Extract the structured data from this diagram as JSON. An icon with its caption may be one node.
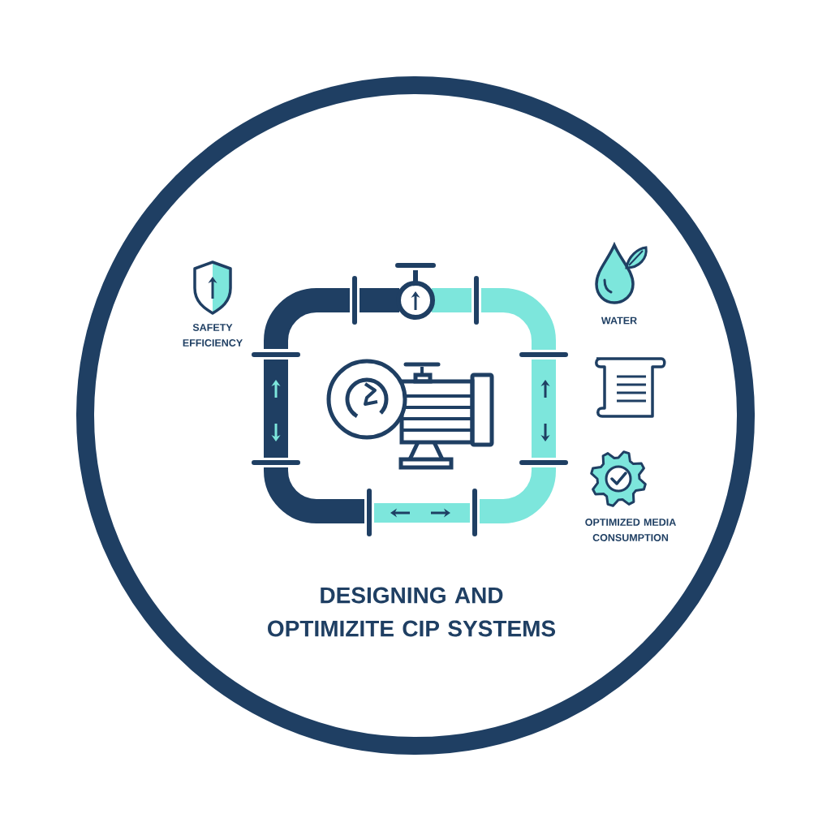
{
  "diagram": {
    "title": "DESIGNING AND OPTIMIZITE CIP SYSTEMS",
    "labels": [
      "SAFETY EFFICIENCY",
      "WATER",
      "OPTIMIZED MEDIA CONSUMPTION"
    ]
  }
}
